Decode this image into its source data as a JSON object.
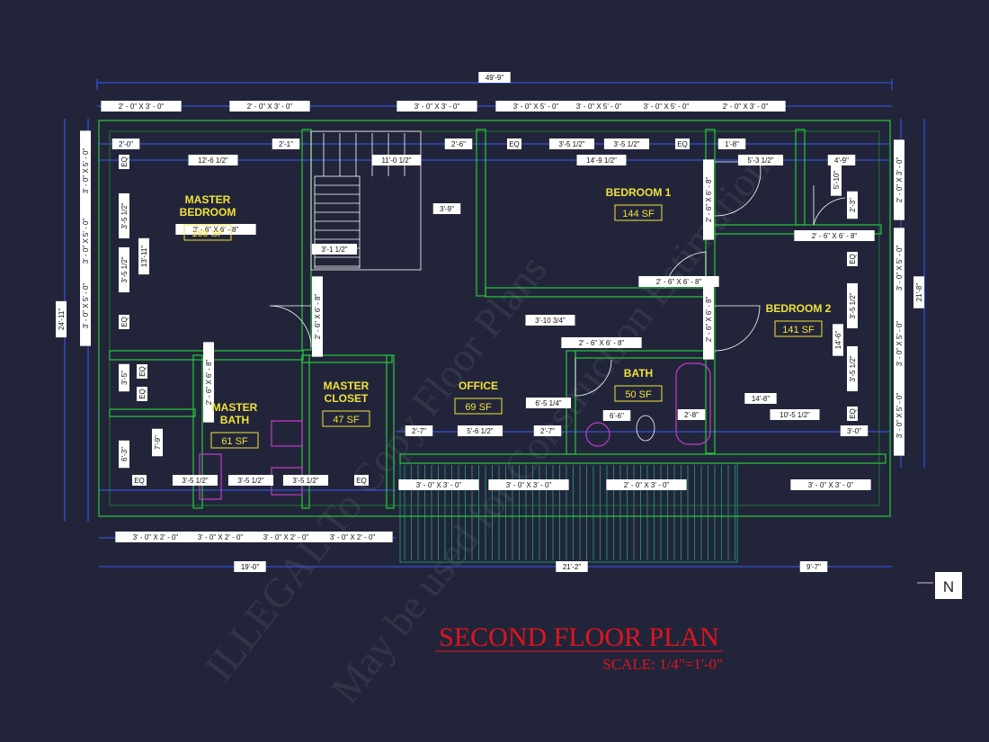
{
  "title": "SECOND FLOOR PLAN",
  "scale": "SCALE: 1/4\"=1'-0\"",
  "north": "N",
  "watermark": [
    "ILLEGAL To Copy Floor Plans",
    "May be used for Construction Estimation"
  ],
  "colors": {
    "background": "#22253a",
    "walls": "#27c93a",
    "dim_lines": "#3b5cff",
    "room_text": "#f2e23a",
    "title": "#e0141e"
  },
  "rooms": [
    {
      "name_line1": "MASTER",
      "name_line2": "BEDROOM",
      "area": "169 SF"
    },
    {
      "name_line1": "BEDROOM 1",
      "name_line2": "",
      "area": "144 SF"
    },
    {
      "name_line1": "BEDROOM 2",
      "name_line2": "",
      "area": "141 SF"
    },
    {
      "name_line1": "MASTER",
      "name_line2": "BATH",
      "area": "61 SF"
    },
    {
      "name_line1": "MASTER",
      "name_line2": "CLOSET",
      "area": "47 SF"
    },
    {
      "name_line1": "OFFICE",
      "name_line2": "",
      "area": "69 SF"
    },
    {
      "name_line1": "BATH",
      "name_line2": "",
      "area": "50 SF"
    }
  ],
  "dims": {
    "overall_width": "49'-9\"",
    "top_windows": [
      "2' - 0\" X 3' - 0\"",
      "2' - 0\" X 3' - 0\"",
      "3' - 0\" X 3' - 0\"",
      "3' - 0\" X 5' - 0\"",
      "3' - 0\" X 5' - 0\"",
      "3' - 0\" X 5' - 0\"",
      "2' - 0\" X 3' - 0\""
    ],
    "row2": [
      "2'-0\"",
      "2'-1\"",
      "2'-6\"",
      "EQ",
      "3'-5 1/2\"",
      "3'-5 1/2\"",
      "EQ",
      "1'-8\""
    ],
    "row3": [
      "12'-6 1/2\"",
      "11'-0 1/2\"",
      "14'-9 1/2\"",
      "5'-3 1/2\"",
      "4'-9\""
    ],
    "left_windows": [
      "3' - 0\" X 5' - 0\"",
      "3' - 0\" X 5' - 0\"",
      "3' - 0\" X 5' - 0\""
    ],
    "left_overall": "24'-11\"",
    "left_inner": [
      "EQ",
      "3'-5 1/2\"",
      "3'-5 1/2\"",
      "EQ",
      "13'-11\"",
      "3'-5\"",
      "EQ",
      "EQ",
      "6'-3\"",
      "7'-9\""
    ],
    "right_windows": [
      "2' - 0\" X 3' - 0\"",
      "3' - 0\" X 5' - 0\"",
      "3' - 0\" X 5' - 0\"",
      "3' - 0\" X 5' - 0\""
    ],
    "right_overall": "21'-8\"",
    "right_inner": [
      "5'-10\"",
      "2'-3\"",
      "EQ",
      "3'-5 1/2\"",
      "14'-6\"",
      "3'-5 1/2\"",
      "EQ"
    ],
    "interior": [
      "3'-9\"",
      "3'-1 1/2\"",
      "3'-10 3/4\"",
      "6'-5 1/4\"",
      "6'-6\"",
      "2'-8\"",
      "14'-8\"",
      "10'-5 1/2\"",
      "3'-0\"",
      "2'-7\"",
      "5'-6 1/2\"",
      "2'-7\""
    ],
    "doors": [
      "2' - 6\" X 6' - 8\"",
      "2' - 6\" X 6' - 8\"",
      "2' - 6\" X 6' - 8\"",
      "2' - 6\" X 6' - 8\"",
      "2' - 6\" X 6' - 8\"",
      "2' - 6\" X 6' - 8\"",
      "2' - 6\" X 6' - 8\"",
      "2' - 6\" X 6' - 8\""
    ],
    "bottom_row1": [
      "EQ",
      "3'-5 1/2\"",
      "3'-5 1/2\"",
      "3'-5 1/2\"",
      "EQ"
    ],
    "bottom_windows_deck": [
      "3' - 0\" X 3' - 0\"",
      "3' - 0\" X 3' - 0\"",
      "2' - 0\" X 3' - 0\"",
      "3' - 0\" X 3' - 0\""
    ],
    "bottom_windows": [
      "3' - 0\" X 2' - 0\"",
      "3' - 0\" X 2' - 0\"",
      "3' - 0\" X 2' - 0\"",
      "3' - 0\" X 2' - 0\""
    ],
    "bottom_overall": [
      "19'-0\"",
      "21'-2\"",
      "9'-7\""
    ]
  }
}
